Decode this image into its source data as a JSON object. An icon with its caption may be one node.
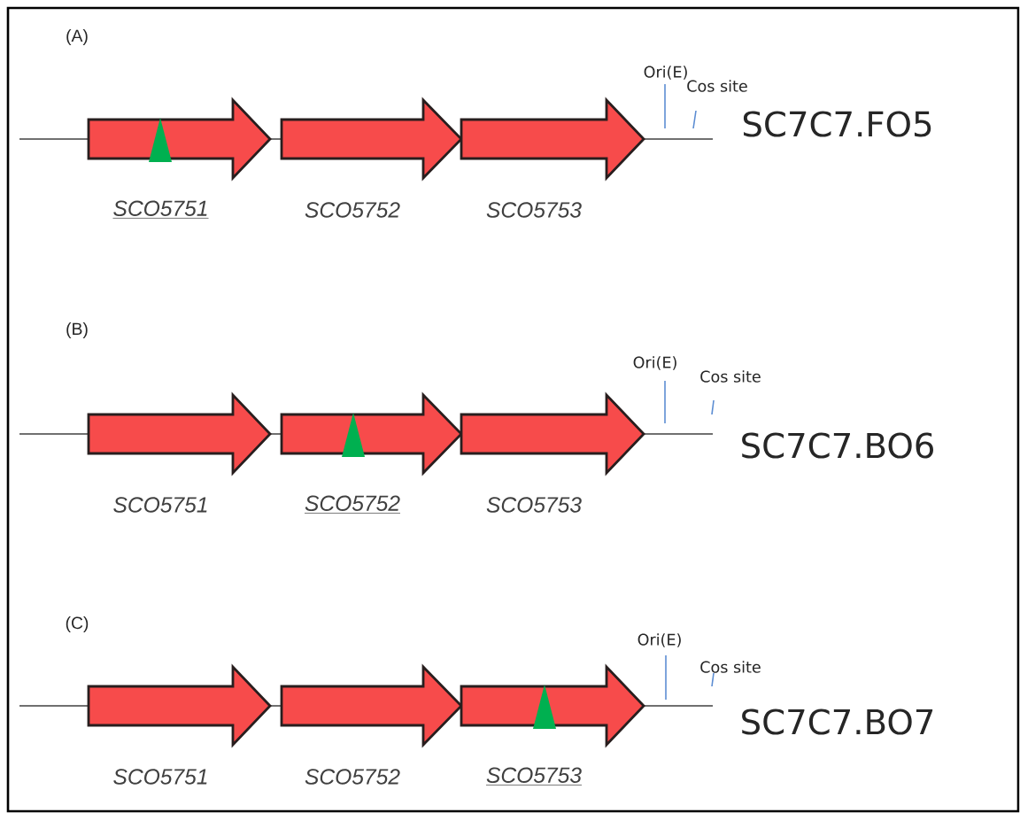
{
  "diagram": {
    "nodes": [
      {
        "text": [
          "SCO5751"
        ]
      },
      {
        "text": [],
        "shape": "triangle",
        "in": 0
      },
      {
        "text": [
          "SCO5752"
        ]
      },
      {
        "text": [
          "SCO5753"
        ]
      },
      {
        "text": [
          "SCO5751"
        ]
      },
      {
        "text": [
          "SCO5752"
        ]
      },
      {
        "text": [],
        "shape": "triangle",
        "in": 5
      },
      {
        "text": [
          "SCO5753"
        ]
      },
      {
        "text": [
          "SCO5751"
        ]
      },
      {
        "text": [
          "SCO5752"
        ]
      },
      {
        "text": [
          "SCO5753"
        ]
      },
      {
        "text": [],
        "shape": "triangle",
        "in": 10
      }
    ],
    "labels": [
      "(A)",
      "Ori(E)",
      "Cos site",
      "SC7C7.FO5",
      "(B)",
      "Ori(E)",
      "Cos site",
      "SC7C7.BO6",
      "(C)",
      "Ori(E)",
      "Cos site",
      "SC7C7.BO7"
    ]
  }
}
